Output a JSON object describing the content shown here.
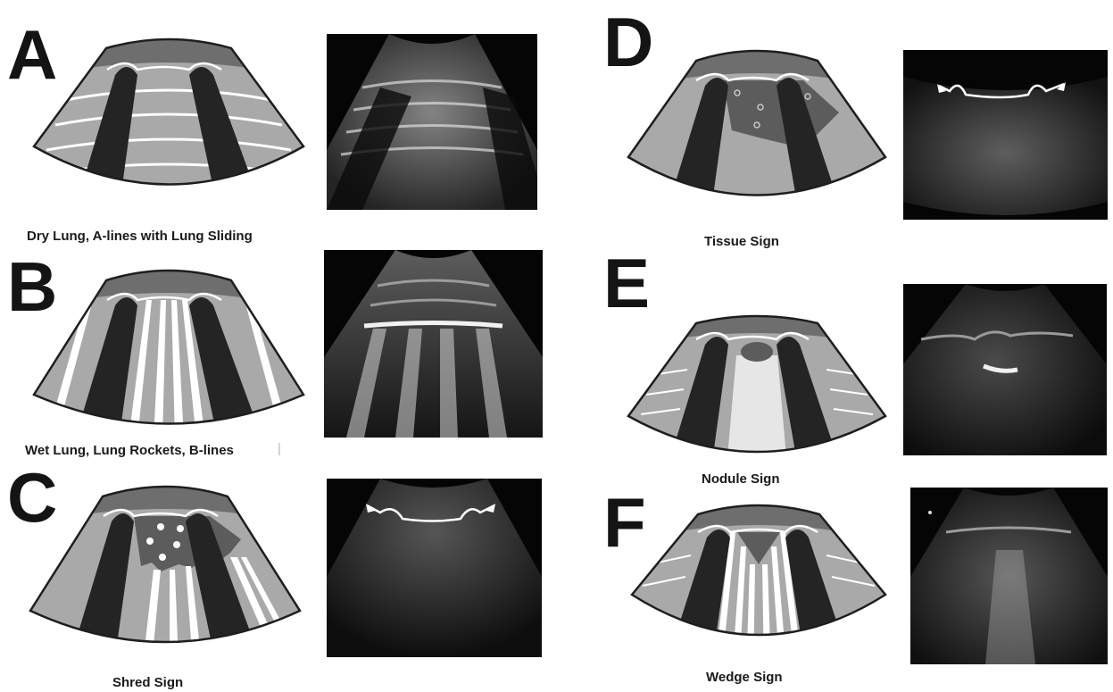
{
  "panels": [
    {
      "letter": "A",
      "caption": "Dry Lung, A-lines with Lung Sliding",
      "pattern": "a-lines"
    },
    {
      "letter": "B",
      "caption": "Wet Lung, Lung Rockets, B-lines",
      "pattern": "b-lines"
    },
    {
      "letter": "C",
      "caption": "Shred Sign",
      "pattern": "shred"
    },
    {
      "letter": "D",
      "caption": "Tissue Sign",
      "pattern": "tissue"
    },
    {
      "letter": "E",
      "caption": "Nodule Sign",
      "pattern": "nodule"
    },
    {
      "letter": "F",
      "caption": "Wedge Sign",
      "pattern": "wedge"
    }
  ],
  "stray_mark": "|",
  "colors": {
    "rib_shadow": "#242424",
    "lung_gray": "#a9a9a9",
    "pleura_band": "#6e6e6e",
    "consolidation": "#5c5c5c",
    "outline": "#1e1e1e",
    "line_white": "#ffffff",
    "ultrasound_bg": "#050505"
  }
}
